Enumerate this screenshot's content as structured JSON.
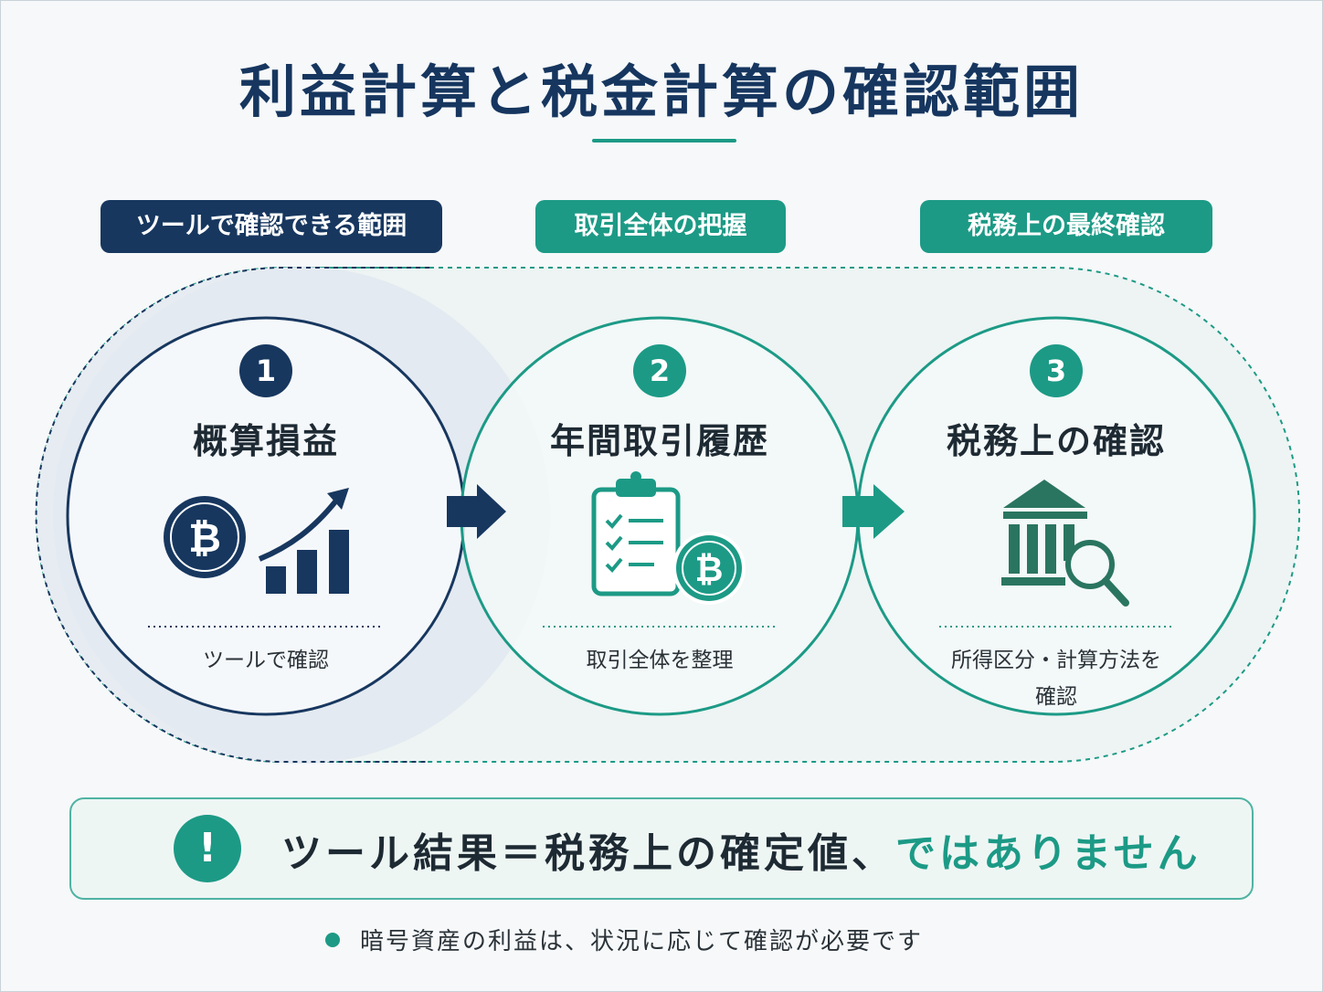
{
  "title": "利益計算と税金計算の確認範囲",
  "labels": [
    "ツールで確認できる範囲",
    "取引全体の把握",
    "税務上の最終確認"
  ],
  "steps": [
    {
      "number": "1",
      "heading": "概算損益",
      "caption": "ツールで確認",
      "icon": "bitcoin-growth-chart-icon"
    },
    {
      "number": "2",
      "heading": "年間取引履歴",
      "caption": "取引全体を整理",
      "icon": "clipboard-checklist-bitcoin-icon"
    },
    {
      "number": "3",
      "heading": "税務上の確認",
      "caption": "所得区分・計算方法を\n確認",
      "caption_line1": "所得区分・計算方法を",
      "caption_line2": "確認",
      "icon": "bank-magnifier-icon"
    }
  ],
  "notice": {
    "text_main": "ツール結果＝税務上の確定値、",
    "text_accent": "ではありません",
    "icon": "exclamation-icon"
  },
  "footnote": "暗号資産の利益は、状況に応じて確認が必要です",
  "colors": {
    "navy": "#17375f",
    "teal": "#1c9a86",
    "text": "#1e2a33"
  }
}
